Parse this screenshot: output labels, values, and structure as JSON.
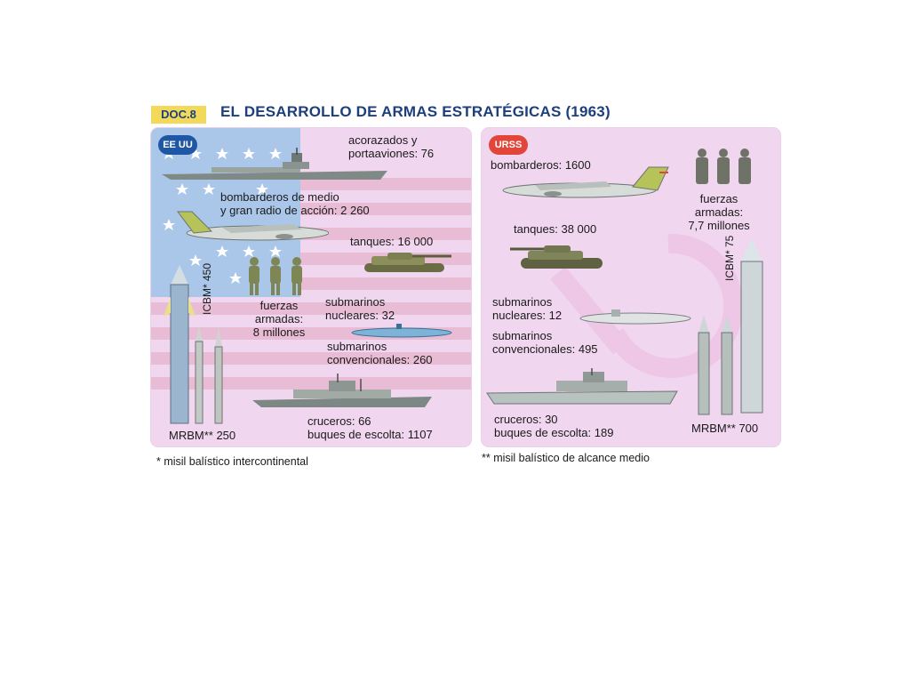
{
  "header": {
    "badge": "DOC.8",
    "title": "EL DESARROLLO DE ARMAS ESTRATÉGICAS (1963)"
  },
  "us": {
    "badge": "EE UU",
    "battleships": [
      "acorazados y",
      "portaaviones: 76"
    ],
    "bombers": [
      "bombarderos de medio",
      "y gran radio de acción: 2 260"
    ],
    "tanks": "tanques: 16 000",
    "nuclear_subs": [
      "submarinos",
      "nucleares: 32"
    ],
    "armed_forces": [
      "fuerzas",
      "armadas:",
      "8 millones"
    ],
    "conventional_subs": [
      "submarinos",
      "convencionales: 260"
    ],
    "icbm": "ICBM* 450",
    "mrbm": "MRBM** 250",
    "cruisers": [
      "cruceros: 66",
      "buques de escolta: 1107"
    ]
  },
  "ussr": {
    "badge": "URSS",
    "bombers": "bombarderos: 1600",
    "armed_forces": [
      "fuerzas",
      "armadas:",
      "7,7 millones"
    ],
    "tanks": "tanques: 38 000",
    "icbm": "ICBM* 75",
    "nuclear_subs": [
      "submarinos",
      "nucleares: 12"
    ],
    "conventional_subs": [
      "submarinos",
      "convencionales: 495"
    ],
    "cruisers": [
      "cruceros: 30",
      "buques de escolta: 189"
    ],
    "mrbm": "MRBM** 700"
  },
  "footnotes": {
    "icbm": "* misil balístico intercontinental",
    "mrbm": "** misil balístico de alcance medio"
  }
}
